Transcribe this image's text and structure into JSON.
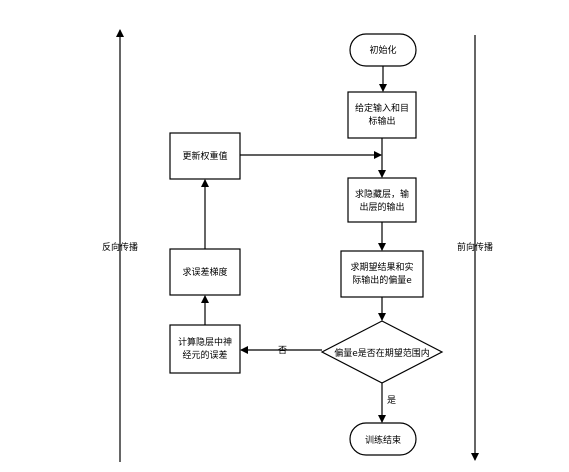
{
  "side_labels": {
    "left": "反向传播",
    "right": "前向传播"
  },
  "nodes": {
    "init": "初始化",
    "input_line1": "给定输入和目",
    "input_line2": "标输出",
    "hidden_line1": "求隐藏层，输",
    "hidden_line2": "出层的输出",
    "deviation_line1": "求期望结果和实",
    "deviation_line2": "际输出的偏量e",
    "decision": "偏量e是否在期望范围内",
    "end": "训练结束",
    "update": "更新权重值",
    "gradient": "求误差梯度",
    "neuron_error_line1": "计算隐层中神",
    "neuron_error_line2": "经元的误差"
  },
  "edges": {
    "no": "否",
    "yes": "是"
  }
}
